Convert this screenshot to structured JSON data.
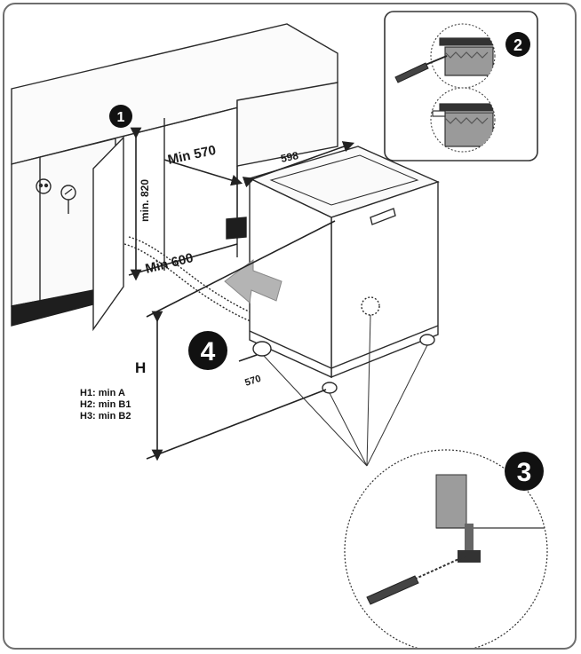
{
  "steps": {
    "s1": "1",
    "s2": "2",
    "s3": "3",
    "s4": "4"
  },
  "dimensions": {
    "height_820": "min. 820",
    "depth_570": "Min 570",
    "width_600": "Min 600",
    "width_598": "598",
    "depth_570_small": "570"
  },
  "height_block": {
    "label": "H",
    "lines": [
      "H1: min A",
      "H2: min B1",
      "H3: min B2"
    ]
  },
  "colors": {
    "line": "#2a2a2a",
    "badge": "#111111",
    "arrow": "#b4b4b4",
    "plinth": "#1e1e1e"
  }
}
